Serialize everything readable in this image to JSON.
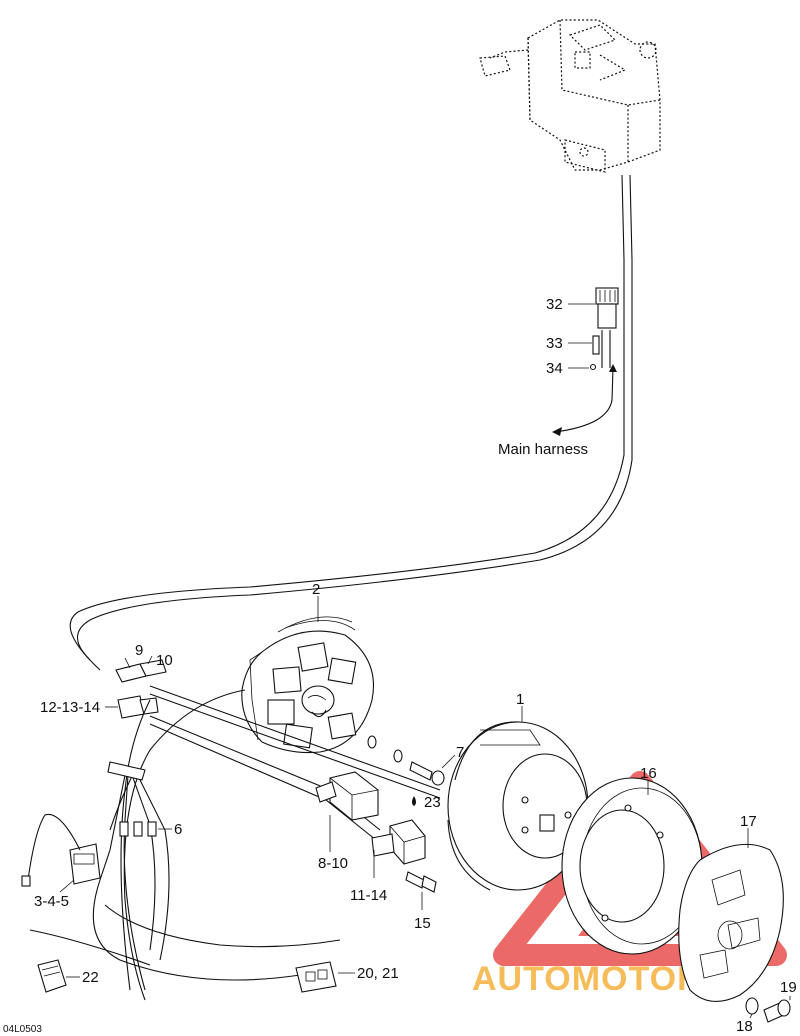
{
  "diagram": {
    "drawing_code": "04L0503",
    "harness_label": "Main harness",
    "labels": {
      "p1": "1",
      "p2": "2",
      "p6": "6",
      "p7": "7",
      "p9": "9",
      "p10": "10",
      "p12_14": "12-13-14",
      "p3_5": "3-4-5",
      "p8_10": "8-10",
      "p11_14": "11-14",
      "p15": "15",
      "p16": "16",
      "p17": "17",
      "p18": "18",
      "p19": "19",
      "p20_21": "20, 21",
      "p22": "22",
      "p23": "23",
      "p32": "32",
      "p33": "33",
      "p34": "34"
    }
  },
  "watermark": {
    "text": "AUTOMOTOHUB",
    "colors": {
      "triangle": "#e53935",
      "text_orange": "#f5a623",
      "text_red": "#e53935"
    }
  }
}
